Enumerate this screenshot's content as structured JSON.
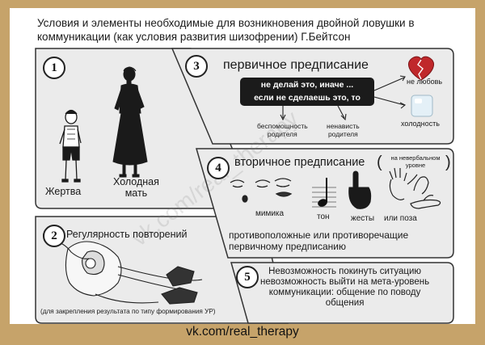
{
  "title": "Условия и элементы необходимые для возникновения двойной ловушки в коммуникации (как условия развития шизофрении) Г.Бейтсон",
  "footer": "vk.com/real_therapy",
  "watermark": "vk.com/real_therapy",
  "colors": {
    "background": "#c6a36a",
    "panel": "#ebebeb",
    "dark_box": "#1b1b1b",
    "heart": "#c0282b"
  },
  "panel1": {
    "number": "1",
    "victim": "Жертва",
    "mother_line1": "Холодная",
    "mother_line2": "мать"
  },
  "panel2": {
    "number": "2",
    "heading": "Регулярность повторений",
    "note": "(для закрепления результата по типу формирования УР)"
  },
  "panel3": {
    "number": "3",
    "heading": "первичное предписание",
    "box_line1": "не делай это, иначе ...",
    "box_line2": "если не сделаешь это, то",
    "not_love": "не любовь",
    "coldness": "холодность",
    "helpless_line1": "беспомощность",
    "helpless_line2": "родителя",
    "hatred_line1": "ненависть",
    "hatred_line2": "родителя"
  },
  "panel4": {
    "number": "4",
    "heading": "вторичное предписание",
    "nonverbal_line1": "на невербальном",
    "nonverbal_line2": "уровне",
    "mimics": "мимика",
    "tone": "тон",
    "gestures": "жесты",
    "pose": "или поза",
    "desc_line1": "противоположные или противоречащие",
    "desc_line2": "первичному предписанию"
  },
  "panel5": {
    "number": "5",
    "line1": "Невозможность покинуть ситуацию",
    "line2": "невозможность выйти на мета-уровень",
    "line3": "коммуникации: общение по поводу",
    "line4": "общения"
  },
  "icons": [
    "mother-figure-icon",
    "boy-figure-icon",
    "neuron-icon",
    "broken-heart-icon",
    "ice-cube-icon",
    "face-icon",
    "music-note-icon",
    "pointing-hand-icon",
    "raised-hands-icon",
    "open-hand-icon"
  ]
}
